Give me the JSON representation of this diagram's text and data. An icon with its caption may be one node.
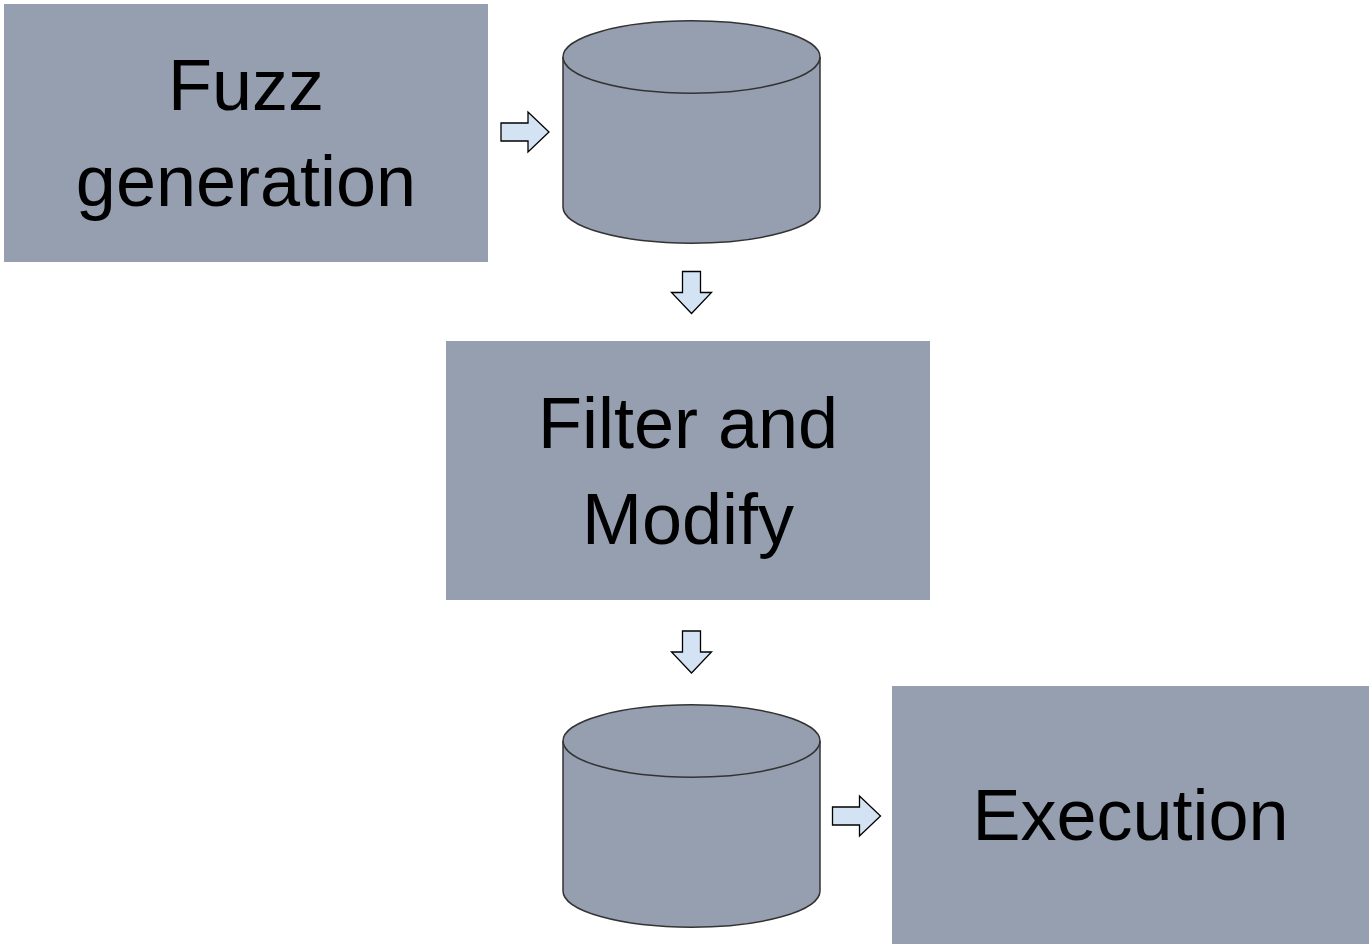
{
  "diagram": {
    "nodes": [
      {
        "text": [
          "Fuzz generation"
        ]
      },
      {
        "text": [],
        "shape": "cylinder"
      },
      {
        "text": [
          "Filter and Modify"
        ]
      },
      {
        "text": [],
        "shape": "cylinder"
      },
      {
        "text": [
          "Execution"
        ]
      }
    ],
    "edges": [
      {
        "from": 0,
        "to": 1,
        "arrow": "to"
      },
      {
        "from": 1,
        "to": 2,
        "arrow": "to"
      },
      {
        "from": 2,
        "to": 3,
        "arrow": "to"
      },
      {
        "from": 3,
        "to": 4,
        "arrow": "to"
      }
    ]
  }
}
